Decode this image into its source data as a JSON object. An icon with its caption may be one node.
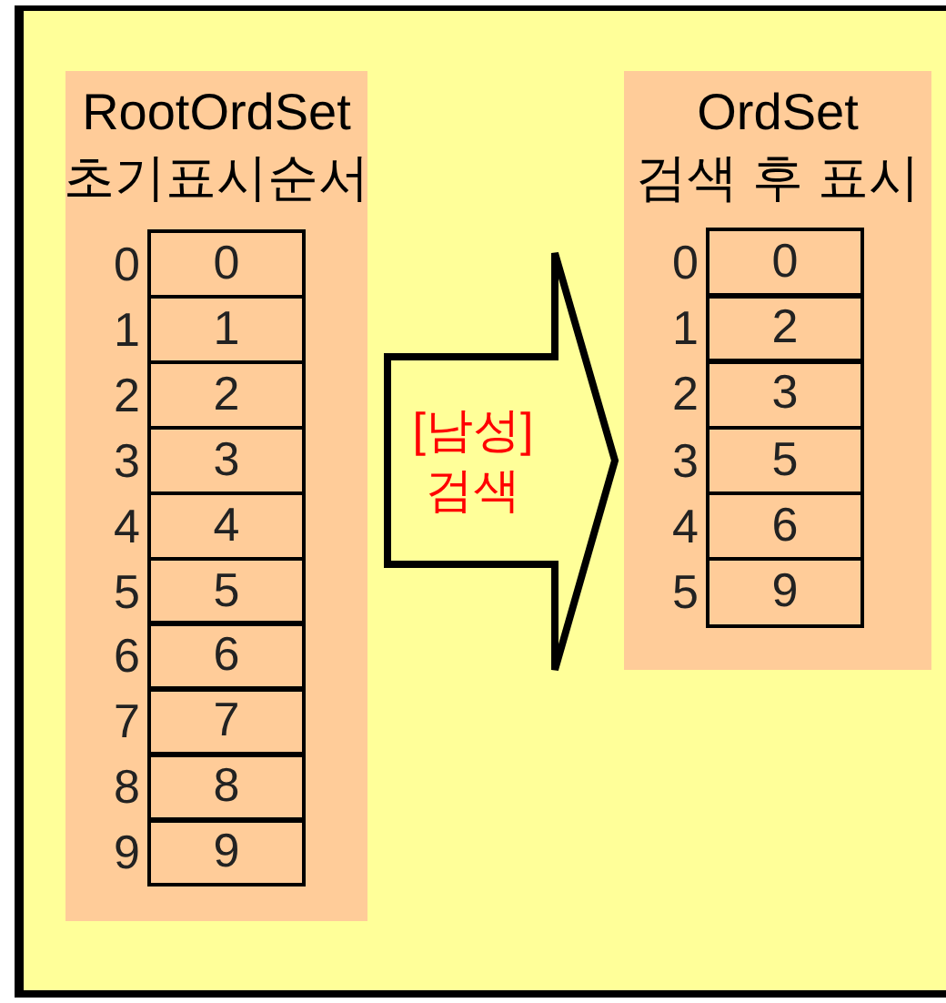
{
  "diagram": {
    "nodes": [
      {
        "text": [
          "RootOrdSet",
          "초기표시순서"
        ]
      },
      {
        "text": [
          "0"
        ],
        "in": 0,
        "beside": [
          "0"
        ]
      },
      {
        "text": [
          "1"
        ],
        "in": 0,
        "beside": [
          "1"
        ]
      },
      {
        "text": [
          "2"
        ],
        "in": 0,
        "beside": [
          "2"
        ]
      },
      {
        "text": [
          "3"
        ],
        "in": 0,
        "beside": [
          "3"
        ]
      },
      {
        "text": [
          "4"
        ],
        "in": 0,
        "beside": [
          "4"
        ]
      },
      {
        "text": [
          "5"
        ],
        "in": 0,
        "beside": [
          "5"
        ]
      },
      {
        "text": [
          "6"
        ],
        "in": 0,
        "beside": [
          "6"
        ]
      },
      {
        "text": [
          "7"
        ],
        "in": 0,
        "beside": [
          "7"
        ]
      },
      {
        "text": [
          "8"
        ],
        "in": 0,
        "beside": [
          "8"
        ]
      },
      {
        "text": [
          "9"
        ],
        "in": 0,
        "beside": [
          "9"
        ]
      },
      {
        "text": [
          "[남성] 검색"
        ]
      },
      {
        "text": [
          "OrdSet",
          "검색 후 표시"
        ]
      },
      {
        "text": [
          "0"
        ],
        "in": 12,
        "beside": [
          "0"
        ]
      },
      {
        "text": [
          "2"
        ],
        "in": 12,
        "beside": [
          "1"
        ]
      },
      {
        "text": [
          "3"
        ],
        "in": 12,
        "beside": [
          "2"
        ]
      },
      {
        "text": [
          "5"
        ],
        "in": 12,
        "beside": [
          "3"
        ]
      },
      {
        "text": [
          "6"
        ],
        "in": 12,
        "beside": [
          "4"
        ]
      },
      {
        "text": [
          "9"
        ],
        "in": 12,
        "beside": [
          "5"
        ]
      }
    ]
  }
}
